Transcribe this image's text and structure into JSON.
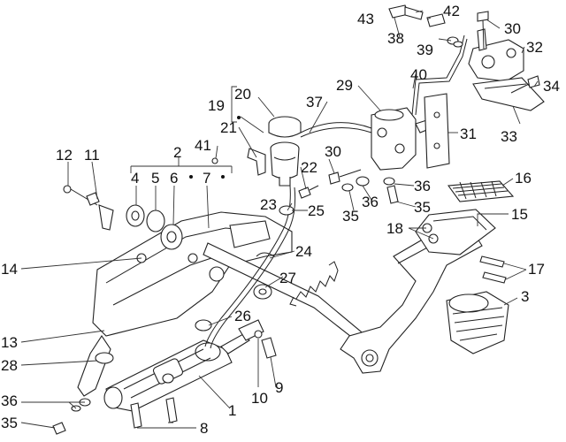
{
  "labels": {
    "l1": "1",
    "l2": "2",
    "l3": "3",
    "l4": "4",
    "l5": "5",
    "l6": "6",
    "l7": "7",
    "l8": "8",
    "l9": "9",
    "l10": "10",
    "l11": "11",
    "l12": "12",
    "l13": "13",
    "l14": "14",
    "l15": "15",
    "l16": "16",
    "l17": "17",
    "l18": "18",
    "l19": "19",
    "l20": "20",
    "l21": "21",
    "l22": "22",
    "l23": "23",
    "l24": "24",
    "l25": "25",
    "l26": "26",
    "l27": "27",
    "l28": "28",
    "l29": "29",
    "l30a": "30",
    "l30b": "30",
    "l31": "31",
    "l32": "32",
    "l33": "33",
    "l34": "34",
    "l35a": "35",
    "l35b": "35",
    "l35c": "35",
    "l36a": "36",
    "l36b": "36",
    "l36c": "36",
    "l37": "37",
    "l38": "38",
    "l39": "39",
    "l40": "40",
    "l41": "41",
    "l42": "42",
    "l43": "43"
  },
  "colors": {
    "line": "#222222",
    "label": "#111111",
    "background": "#ffffff"
  }
}
